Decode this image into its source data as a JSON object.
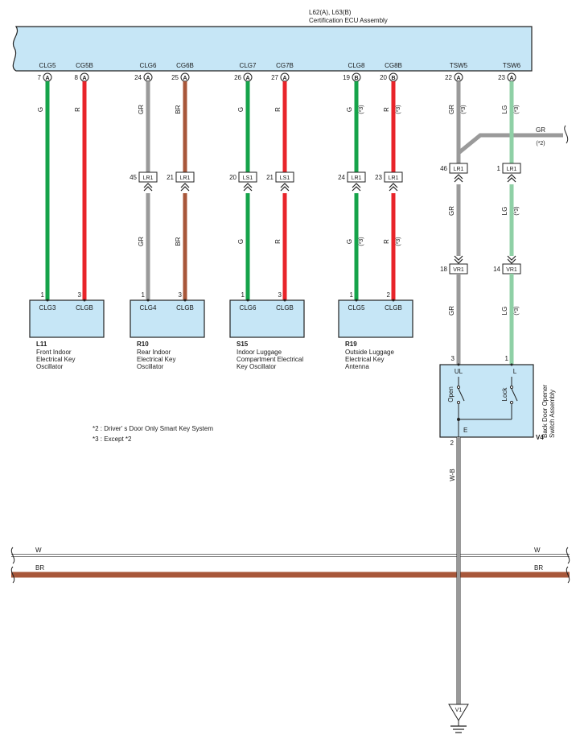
{
  "ecu": {
    "code": "L62(A), L63(B)",
    "name": "Certification ECU Assembly",
    "pins": [
      {
        "label": "CLG5",
        "num": "7",
        "conn": "A"
      },
      {
        "label": "CG5B",
        "num": "8",
        "conn": "A"
      },
      {
        "label": "CLG6",
        "num": "24",
        "conn": "A"
      },
      {
        "label": "CG6B",
        "num": "25",
        "conn": "A"
      },
      {
        "label": "CLG7",
        "num": "26",
        "conn": "A"
      },
      {
        "label": "CG7B",
        "num": "27",
        "conn": "A"
      },
      {
        "label": "CLG8",
        "num": "19",
        "conn": "B"
      },
      {
        "label": "CG8B",
        "num": "20",
        "conn": "B"
      },
      {
        "label": "TSW5",
        "num": "22",
        "conn": "A"
      },
      {
        "label": "TSW6",
        "num": "23",
        "conn": "A"
      }
    ]
  },
  "wires": [
    {
      "color": "G",
      "hex": "#15a34a",
      "upper_note": "",
      "lower_note": ""
    },
    {
      "color": "R",
      "hex": "#e8242a",
      "upper_note": "",
      "lower_note": ""
    },
    {
      "color": "GR",
      "hex": "#9a9a9a",
      "upper_note": "",
      "lower_note": ""
    },
    {
      "color": "BR",
      "hex": "#a8573a",
      "upper_note": "",
      "lower_note": ""
    },
    {
      "color": "G",
      "hex": "#15a34a",
      "upper_note": "",
      "lower_note": ""
    },
    {
      "color": "R",
      "hex": "#e8242a",
      "upper_note": "",
      "lower_note": ""
    },
    {
      "color": "G",
      "hex": "#15a34a",
      "upper_note": "(*3)",
      "lower_note": "(*3)"
    },
    {
      "color": "R",
      "hex": "#e8242a",
      "upper_note": "(*3)",
      "lower_note": "(*3)"
    }
  ],
  "junctions": [
    {
      "num": "45",
      "conn": "LR1"
    },
    {
      "num": "21",
      "conn": "LR1"
    },
    {
      "num": "20",
      "conn": "LS1"
    },
    {
      "num": "21",
      "conn": "LS1"
    },
    {
      "num": "24",
      "conn": "LR1"
    },
    {
      "num": "23",
      "conn": "LR1"
    }
  ],
  "components": [
    {
      "pin_a": "1",
      "pin_b": "3",
      "label_a": "CLG3",
      "label_b": "CLGB",
      "code": "L11",
      "name": [
        "Front Indoor",
        "Electrical Key",
        "Oscillator"
      ]
    },
    {
      "pin_a": "1",
      "pin_b": "3",
      "label_a": "CLG4",
      "label_b": "CLGB",
      "code": "R10",
      "name": [
        "Rear Indoor",
        "Electrical Key",
        "Oscillator"
      ]
    },
    {
      "pin_a": "1",
      "pin_b": "3",
      "label_a": "CLG6",
      "label_b": "CLGB",
      "code": "S15",
      "name": [
        "Indoor Luggage",
        "Compartment Electrical",
        "Key Oscillator"
      ]
    },
    {
      "pin_a": "1",
      "pin_b": "2",
      "label_a": "CLG5",
      "label_b": "CLGB",
      "code": "R19",
      "name": [
        "Outside Luggage",
        "Electrical Key",
        "Antenna"
      ]
    }
  ],
  "tsw5": {
    "color": "GR",
    "hex": "#9a9a9a",
    "note": "(*3)",
    "j1": {
      "num": "46",
      "conn": "LR1"
    },
    "j2": {
      "num": "18",
      "conn": "VR1"
    },
    "branch": {
      "color": "GR",
      "note": "(*2)"
    }
  },
  "tsw6": {
    "color": "LG",
    "hex": "#8fd0a6",
    "note": "(*3)",
    "j1": {
      "num": "1",
      "conn": "LR1"
    },
    "j2": {
      "num": "14",
      "conn": "VR1"
    }
  },
  "switch": {
    "code": "V4",
    "name": [
      "Back Door Opener",
      "Switch Assembly"
    ],
    "pin_ul": "3",
    "label_ul": "UL",
    "pin_l": "1",
    "label_l": "L",
    "open": "Open",
    "lock": "Lock",
    "pin_e": "2",
    "label_e": "E"
  },
  "ground": {
    "wire": "W-B",
    "code": "V1"
  },
  "buses": [
    {
      "color": "W",
      "hex": "#ffffff"
    },
    {
      "color": "BR",
      "hex": "#a8573a"
    }
  ],
  "notes": [
    "*2 : Driver' s Door Only Smart Key System",
    "*3 : Except *2"
  ]
}
